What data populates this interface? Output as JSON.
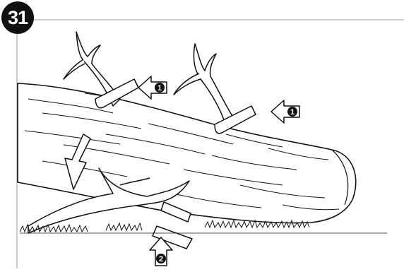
{
  "step": {
    "number": "31"
  },
  "callouts": [
    {
      "number": "1"
    },
    {
      "number": "1"
    },
    {
      "number": "2"
    }
  ]
}
